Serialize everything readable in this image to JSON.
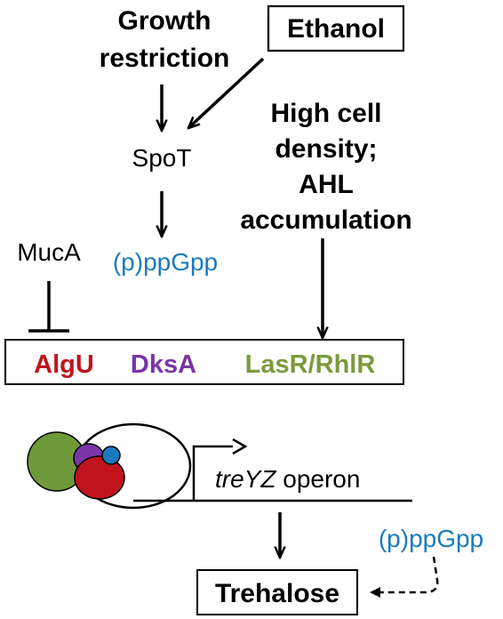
{
  "colors": {
    "black": "#000000",
    "blue": "#1a7ac0",
    "red": "#c0141c",
    "purple": "#7a35a8",
    "green": "#7a9a3c",
    "green_circle": "#6e9a3a",
    "blue_circle": "#1a7ac0"
  },
  "labels": {
    "growth_line1": "Growth",
    "growth_line2": "restriction",
    "ethanol": "Ethanol",
    "spot": "SpoT",
    "high_line1": "High cell",
    "high_line2": "density;",
    "high_line3": "AHL",
    "high_line4": "accumulation",
    "muca": "MucA",
    "ppgpp_top": "(p)ppGpp",
    "algu": "AlgU",
    "dksa": "DksA",
    "lasr": "LasR/RhlR",
    "operon_italic": "treYZ",
    "operon_rest": " operon",
    "ppgpp_bottom": "(p)ppGpp",
    "trehalose": "Trehalose"
  }
}
